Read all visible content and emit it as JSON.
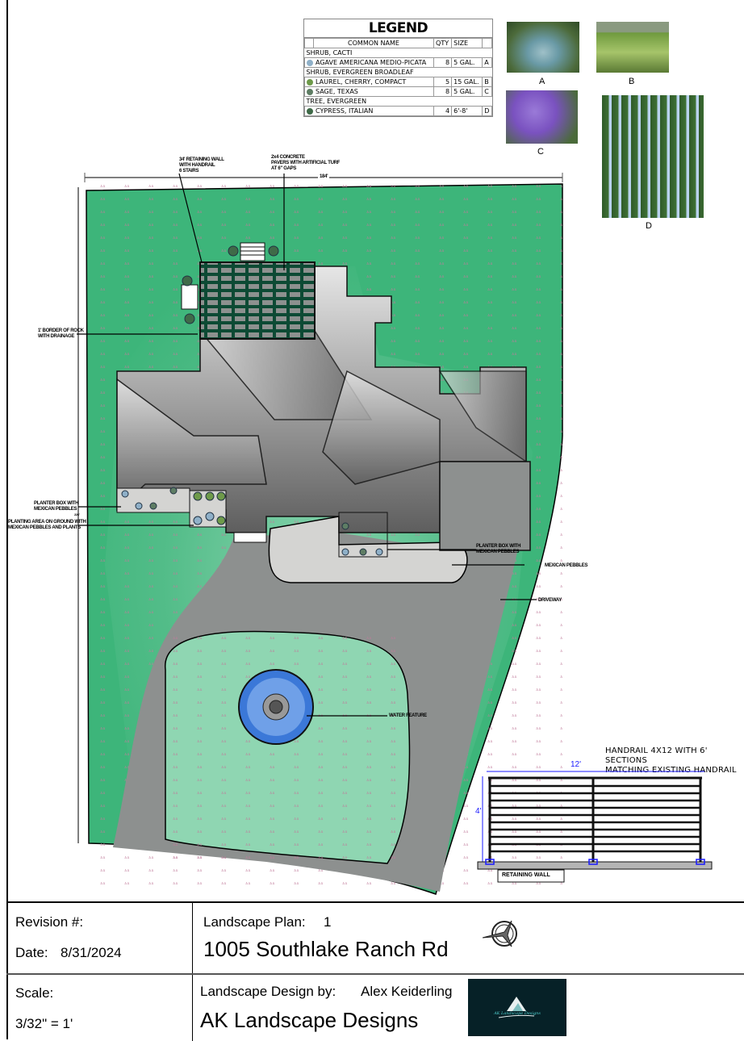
{
  "legend": {
    "title": "LEGEND",
    "headers": {
      "name": "COMMON NAME",
      "qty": "QTY",
      "size": "SIZE"
    },
    "categories": [
      {
        "label": "SHRUB, CACTI",
        "items": [
          {
            "name": "AGAVE AMERICANA MEDIO-PICATA",
            "qty": "8",
            "size": "5 GAL.",
            "key": "A",
            "color": "#8fb0c8"
          }
        ]
      },
      {
        "label": "SHRUB, EVERGREEN BROADLEAF",
        "items": [
          {
            "name": "LAUREL, CHERRY, COMPACT",
            "qty": "5",
            "size": "15 GAL.",
            "key": "B",
            "color": "#6e9a4a"
          },
          {
            "name": "SAGE, TEXAS",
            "qty": "8",
            "size": "5 GAL.",
            "key": "C",
            "color": "#5e7d64"
          }
        ]
      },
      {
        "label": "TREE, EVERGREEN",
        "items": [
          {
            "name": "CYPRESS, ITALIAN",
            "qty": "4",
            "size": "6'-8'",
            "key": "D",
            "color": "#3f6a48"
          }
        ]
      }
    ]
  },
  "photos": [
    {
      "label": "A"
    },
    {
      "label": "B"
    },
    {
      "label": "C"
    },
    {
      "label": "D"
    }
  ],
  "notes": {
    "retaining_wall": "34' RETAINING WALL\nWITH HANDRAIL\n6 STAIRS",
    "pavers": "2x4 CONCRETE\nPAVERS WITH ARTIFICIAL TURF\nAT 6\" GAPS",
    "top_dimension": "184'",
    "rock_border": "1' BORDER OF ROCK\nWITH DRAINAGE",
    "planter_left": "PLANTER BOX WITH\nMEXICAN PEBBLES",
    "planter_dim": "226'",
    "planting_area": "PLANTING AREA ON GROUND WITH\nMEXICAN PEBBLES AND PLANTS",
    "planter_right": "PLANTER BOX WITH\nMEXICAN PEBBLES",
    "mexican_pebbles": "MEXICAN PEBBLES",
    "driveway": "DRIVEWAY",
    "water_feature": "WATER FEATURE"
  },
  "handrail": {
    "title_line1": "HANDRAIL 4X12 WITH 6' SECTIONS",
    "title_line2": "MATCHING EXISTING HANDRAIL",
    "width_label": "12'",
    "height_label": "4'",
    "base_label": "RETAINING WALL"
  },
  "title_block": {
    "revision_label": "Revision #:",
    "date_label": "Date:",
    "date_value": "8/31/2024",
    "scale_label": "Scale:",
    "scale_value": "3/32\" = 1'",
    "plan_label": "Landscape Plan:",
    "plan_number": "1",
    "address": "1005 Southlake Ranch Rd",
    "designer_label": "Landscape Design by:",
    "designer_name": "Alex Keiderling",
    "company": "AK Landscape Designs",
    "logo_text": "AK Landscape Designs"
  },
  "colors": {
    "lawn": "#3db57a",
    "lawn_light": "#9fdcbf",
    "roof": "#808080",
    "driveway": "#8d908f",
    "pebbles": "#d4d4d2",
    "water": "#3b78d8",
    "dimension_blue": "#1a1aff"
  }
}
